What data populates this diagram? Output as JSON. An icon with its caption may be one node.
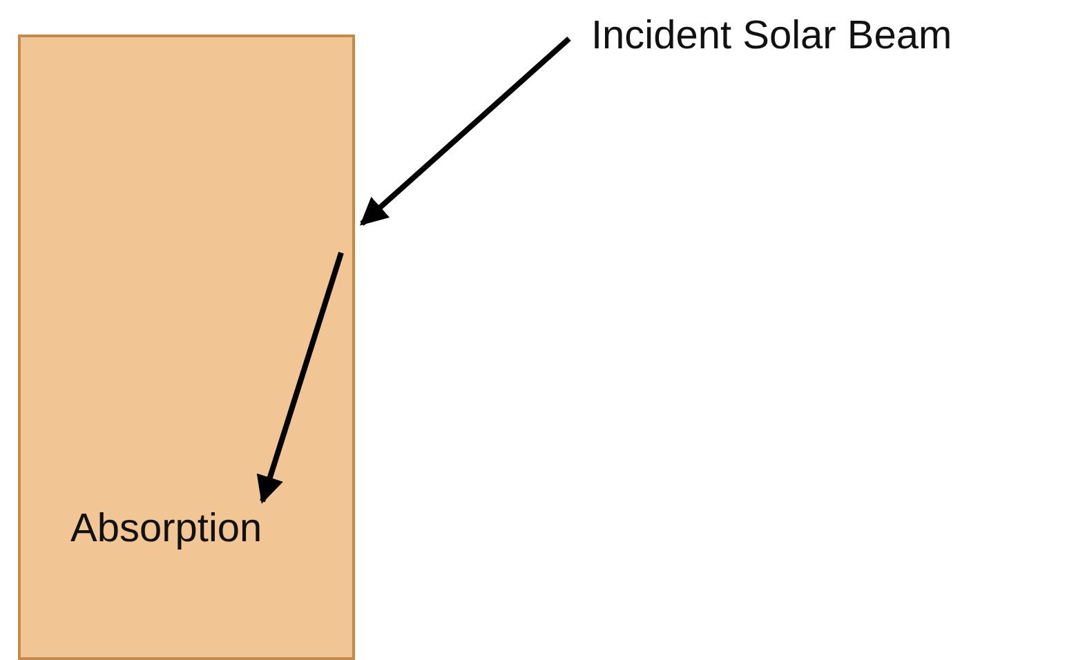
{
  "diagram": {
    "nodes": [
      {
        "text": [],
        "shape": "box"
      },
      {
        "text": [
          "Incident Solar Beam"
        ]
      },
      {
        "text": [
          "Absorption"
        ],
        "in": 0
      }
    ],
    "edges": [
      {
        "from": 1,
        "to": 0,
        "arrow": "to"
      },
      {
        "from": null,
        "to": 2,
        "arrow": "to"
      }
    ]
  }
}
